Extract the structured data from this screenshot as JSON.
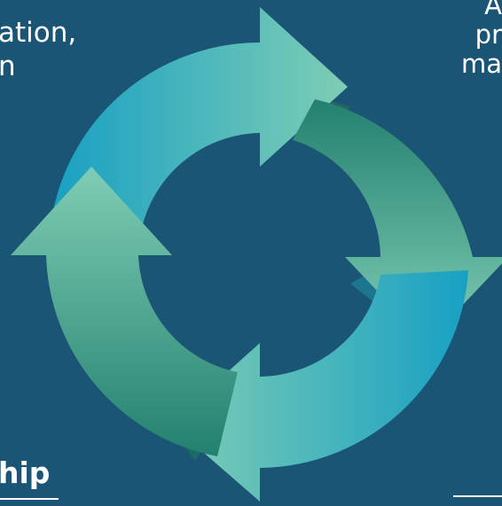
{
  "text_fragments": {
    "top_left": [
      "ation,",
      "n"
    ],
    "top_right": [
      "A",
      "pr",
      "ma"
    ],
    "bottom_left": "hip"
  },
  "diagram": {
    "type": "cycle",
    "arrow_count": 4,
    "direction": "clockwise",
    "colors": {
      "background": "#1a5575",
      "arrow_light": "#7fcdb4",
      "arrow_mid": "#3d9a8c",
      "arrow_teal": "#1aa0c2",
      "arrow_dark": "#21836f",
      "shadow": "#2a6b60"
    }
  }
}
